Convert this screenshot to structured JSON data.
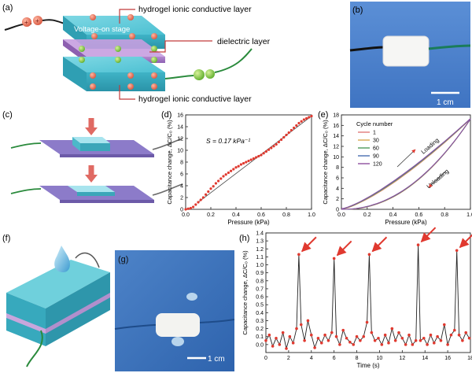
{
  "panels": {
    "a": {
      "label": "(a)",
      "stage_text": "Voltage-on stage",
      "callouts": [
        "hydrogel ionic conductive layer",
        "dielectric layer",
        "hydrogel ionic conductive layer"
      ]
    },
    "b": {
      "label": "(b)",
      "scale": "1 cm"
    },
    "c": {
      "label": "(c)"
    },
    "d": {
      "label": "(d)",
      "annotation": "S = 0.17 kPa⁻¹"
    },
    "e": {
      "label": "(e)",
      "legend_title": "Cycle number",
      "loading": "Loading",
      "unloading": "Unloading"
    },
    "f": {
      "label": "(f)"
    },
    "g": {
      "label": "(g)",
      "scale": "1 cm"
    },
    "h": {
      "label": "(h)"
    }
  },
  "chart_data": [
    {
      "panel": "d",
      "type": "scatter",
      "xlabel": "Pressure (kPa)",
      "ylabel": "Capacitance change, ΔC/C₀ (%)",
      "xlim": [
        0.0,
        1.0
      ],
      "ylim": [
        0,
        16
      ],
      "xticks": [
        "0.0",
        "0.2",
        "0.4",
        "0.6",
        "0.8",
        "1.0"
      ],
      "yticks": [
        "0",
        "2",
        "4",
        "6",
        "8",
        "10",
        "12",
        "14",
        "16"
      ],
      "series": [
        {
          "x": [
            0.0,
            0.02,
            0.04,
            0.06,
            0.08,
            0.1,
            0.12,
            0.14,
            0.16,
            0.18,
            0.2,
            0.22,
            0.24,
            0.26,
            0.28,
            0.3,
            0.32,
            0.34,
            0.36,
            0.38,
            0.4,
            0.42,
            0.44,
            0.46,
            0.48,
            0.5,
            0.52,
            0.54,
            0.56,
            0.58,
            0.6,
            0.62,
            0.64,
            0.66,
            0.68,
            0.7,
            0.72,
            0.74,
            0.76,
            0.78,
            0.8,
            0.82,
            0.84,
            0.86,
            0.88,
            0.9,
            0.92,
            0.94,
            0.96,
            0.98,
            1.0
          ],
          "y": [
            0.0,
            0.1,
            0.2,
            0.4,
            0.8,
            1.2,
            1.6,
            2.0,
            2.5,
            3.0,
            3.5,
            3.9,
            4.4,
            4.8,
            5.2,
            5.6,
            5.9,
            6.2,
            6.5,
            6.8,
            7.1,
            7.3,
            7.6,
            7.8,
            8.0,
            8.2,
            8.4,
            8.6,
            8.8,
            9.0,
            9.2,
            9.5,
            9.8,
            10.1,
            10.4,
            10.7,
            11.0,
            11.4,
            11.8,
            12.2,
            12.6,
            13.0,
            13.4,
            13.8,
            14.2,
            14.6,
            14.9,
            15.2,
            15.4,
            15.6,
            15.8
          ]
        }
      ]
    },
    {
      "panel": "e",
      "type": "line",
      "xlabel": "Pressure (kPa)",
      "ylabel": "Capacitance change, ΔC/C₀ (%)",
      "xlim": [
        0.0,
        1.0
      ],
      "ylim": [
        0,
        18
      ],
      "xticks": [
        "0.0",
        "0.2",
        "0.4",
        "0.6",
        "0.8",
        "1.0"
      ],
      "yticks": [
        "0",
        "2",
        "4",
        "6",
        "8",
        "10",
        "12",
        "14",
        "16",
        "18"
      ],
      "series": [
        {
          "name": "1",
          "color": "#e07a7a",
          "offset": 0.0
        },
        {
          "name": "30",
          "color": "#d9a84f",
          "offset": 0.5
        },
        {
          "name": "60",
          "color": "#4f9a5a",
          "offset": 1.0
        },
        {
          "name": "90",
          "color": "#4a6fb0",
          "offset": 1.5
        },
        {
          "name": "120",
          "color": "#8e4f9e",
          "offset": 2.0
        }
      ]
    },
    {
      "panel": "h",
      "type": "line",
      "xlabel": "Time (s)",
      "ylabel": "Capacitance change, ΔC/C₀ (%)",
      "xlim": [
        0,
        18
      ],
      "ylim": [
        -0.1,
        1.4
      ],
      "xticks": [
        "0",
        "2",
        "4",
        "6",
        "8",
        "10",
        "12",
        "14",
        "16",
        "18"
      ],
      "yticks": [
        "0.0",
        "0.1",
        "0.2",
        "0.3",
        "0.4",
        "0.5",
        "0.6",
        "0.7",
        "0.8",
        "0.9",
        "1.0",
        "1.1",
        "1.2",
        "1.3",
        "1.4"
      ],
      "series": [
        {
          "x": [
            0.0,
            0.3,
            0.6,
            0.9,
            1.2,
            1.5,
            1.8,
            2.1,
            2.4,
            2.7,
            2.9,
            3.1,
            3.4,
            3.7,
            4.0,
            4.3,
            4.6,
            4.9,
            5.2,
            5.5,
            5.8,
            6.0,
            6.2,
            6.5,
            6.8,
            7.1,
            7.4,
            7.7,
            8.0,
            8.3,
            8.6,
            8.9,
            9.1,
            9.3,
            9.6,
            9.9,
            10.2,
            10.5,
            10.8,
            11.1,
            11.4,
            11.7,
            12.0,
            12.3,
            12.6,
            12.9,
            13.2,
            13.4,
            13.6,
            13.9,
            14.2,
            14.5,
            14.8,
            15.1,
            15.4,
            15.7,
            16.0,
            16.3,
            16.6,
            16.8,
            17.0,
            17.3,
            17.6,
            17.9
          ],
          "y": [
            0.05,
            0.12,
            -0.02,
            0.08,
            0.0,
            0.15,
            -0.05,
            0.1,
            0.02,
            0.2,
            1.13,
            0.25,
            0.05,
            0.3,
            0.12,
            -0.04,
            0.08,
            0.02,
            0.12,
            0.05,
            0.15,
            1.08,
            0.1,
            0.0,
            0.18,
            0.08,
            0.03,
            0.0,
            0.1,
            0.05,
            0.1,
            0.28,
            1.13,
            0.15,
            0.05,
            0.08,
            0.0,
            0.12,
            0.02,
            0.2,
            0.05,
            0.15,
            0.08,
            0.0,
            0.12,
            0.0,
            0.05,
            1.25,
            0.05,
            0.08,
            0.0,
            0.12,
            0.02,
            0.1,
            0.05,
            0.25,
            0.0,
            0.12,
            0.18,
            1.18,
            0.12,
            0.05,
            0.15,
            0.08
          ]
        }
      ]
    }
  ]
}
